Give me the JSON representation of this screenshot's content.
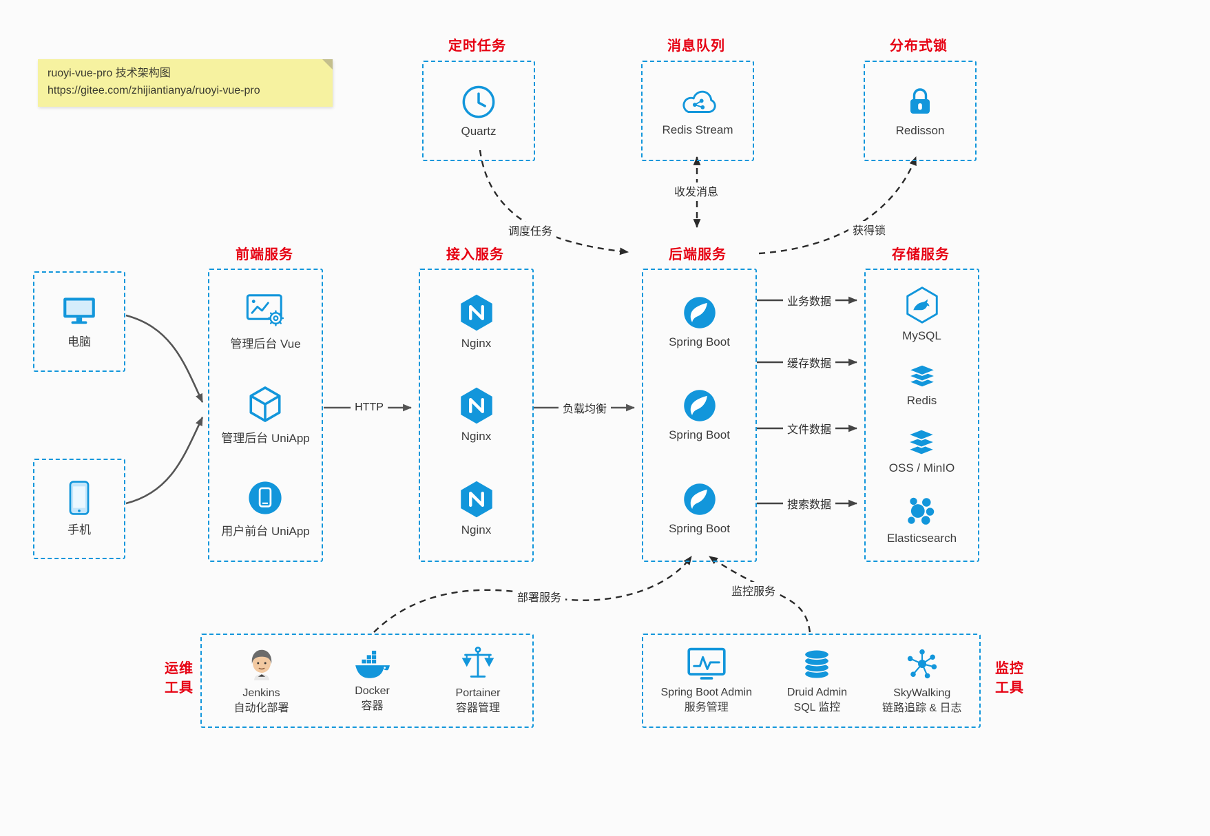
{
  "colors": {
    "accent_blue": "#1296db",
    "title_red": "#e60012",
    "note_bg": "#f6f2a0",
    "arrow_dark": "#2a2a2a",
    "arrow_gray": "#555555"
  },
  "note": {
    "line1": "ruoyi-vue-pro 技术架构图",
    "line2": "https://gitee.com/zhijiantianya/ruoyi-vue-pro"
  },
  "top": {
    "scheduled": {
      "title": "定时任务",
      "item": {
        "label": "Quartz",
        "icon": "clock-icon"
      }
    },
    "mq": {
      "title": "消息队列",
      "item": {
        "label": "Redis Stream",
        "icon": "cloud-network-icon"
      }
    },
    "lock": {
      "title": "分布式锁",
      "item": {
        "label": "Redisson",
        "icon": "lock-icon"
      }
    }
  },
  "clients": {
    "pc": {
      "label": "电脑",
      "icon": "desktop-icon"
    },
    "mobile": {
      "label": "手机",
      "icon": "smartphone-icon"
    }
  },
  "frontend": {
    "title": "前端服务",
    "items": [
      {
        "label": "管理后台 Vue",
        "icon": "admin-screen-icon"
      },
      {
        "label": "管理后台 UniApp",
        "icon": "cube-icon"
      },
      {
        "label": "用户前台 UniApp",
        "icon": "mobile-app-icon"
      }
    ]
  },
  "gateway": {
    "title": "接入服务",
    "items": [
      {
        "label": "Nginx",
        "icon": "nginx-icon"
      },
      {
        "label": "Nginx",
        "icon": "nginx-icon"
      },
      {
        "label": "Nginx",
        "icon": "nginx-icon"
      }
    ]
  },
  "backend": {
    "title": "后端服务",
    "items": [
      {
        "label": "Spring Boot",
        "icon": "spring-icon"
      },
      {
        "label": "Spring Boot",
        "icon": "spring-icon"
      },
      {
        "label": "Spring Boot",
        "icon": "spring-icon"
      }
    ]
  },
  "storage": {
    "title": "存储服务",
    "items": [
      {
        "label": "MySQL",
        "icon": "mysql-icon"
      },
      {
        "label": "Redis",
        "icon": "redis-stack-icon"
      },
      {
        "label": "OSS / MinIO",
        "icon": "oss-stack-icon"
      },
      {
        "label": "Elasticsearch",
        "icon": "elasticsearch-icon"
      }
    ]
  },
  "ops": {
    "title_line1": "运维",
    "title_line2": "工具",
    "items": [
      {
        "label": "Jenkins",
        "sublabel": "自动化部署",
        "icon": "jenkins-icon"
      },
      {
        "label": "Docker",
        "sublabel": "容器",
        "icon": "docker-icon"
      },
      {
        "label": "Portainer",
        "sublabel": "容器管理",
        "icon": "portainer-icon"
      }
    ]
  },
  "monitoring": {
    "title_line1": "监控",
    "title_line2": "工具",
    "items": [
      {
        "label": "Spring Boot Admin",
        "sublabel": "服务管理",
        "icon": "monitor-chart-icon"
      },
      {
        "label": "Druid Admin",
        "sublabel": "SQL 监控",
        "icon": "database-icon"
      },
      {
        "label": "SkyWalking",
        "sublabel": "链路追踪 & 日志",
        "icon": "network-nodes-icon"
      }
    ]
  },
  "edges": {
    "schedule_task": "调度任务",
    "send_receive": "收发消息",
    "acquire_lock": "获得锁",
    "http": "HTTP",
    "load_balance": "负载均衡",
    "business_data": "业务数据",
    "cache_data": "缓存数据",
    "file_data": "文件数据",
    "search_data": "搜索数据",
    "deploy_service": "部署服务",
    "monitor_service": "监控服务"
  }
}
